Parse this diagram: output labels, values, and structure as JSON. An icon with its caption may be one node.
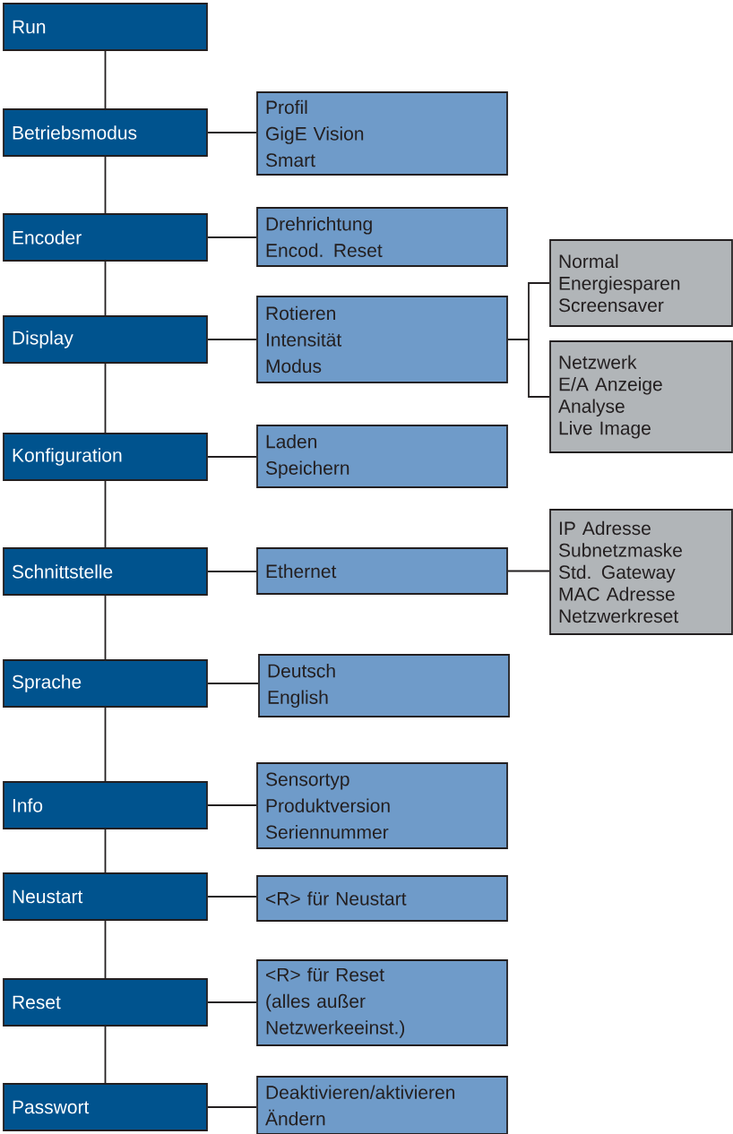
{
  "diagram": {
    "nodes": [
      {
        "text": [
          "Run"
        ]
      },
      {
        "text": [
          "Betriebsmodus"
        ]
      },
      {
        "text": [
          "Profil",
          "GigE Vision",
          "Smart"
        ]
      },
      {
        "text": [
          "Encoder"
        ]
      },
      {
        "text": [
          "Drehrichtung",
          "Encod. Reset"
        ]
      },
      {
        "text": [
          "Display"
        ]
      },
      {
        "text": [
          "Rotieren",
          "Intensität",
          "Modus"
        ]
      },
      {
        "text": [
          "Normal",
          "Energiesparen",
          "Screensaver"
        ]
      },
      {
        "text": [
          "Netzwerk",
          "E/A Anzeige",
          "Analyse",
          "Live Image"
        ]
      },
      {
        "text": [
          "Konfiguration"
        ]
      },
      {
        "text": [
          "Laden",
          "Speichern"
        ]
      },
      {
        "text": [
          "Schnittstelle"
        ]
      },
      {
        "text": [
          "Ethernet"
        ]
      },
      {
        "text": [
          "IP Adresse",
          "Subnetzmaske",
          "Std. Gateway",
          "MAC Adresse",
          "Netzwerkreset"
        ]
      },
      {
        "text": [
          "Sprache"
        ]
      },
      {
        "text": [
          "Deutsch",
          "English"
        ]
      },
      {
        "text": [
          "Info"
        ]
      },
      {
        "text": [
          "Sensortyp",
          "Produktversion",
          "Seriennummer"
        ]
      },
      {
        "text": [
          "Neustart"
        ]
      },
      {
        "text": [
          "<R> für Neustart"
        ]
      },
      {
        "text": [
          "Reset"
        ]
      },
      {
        "text": [
          "<R> für Reset",
          "(alles außer Netzwerkeeinst.)"
        ]
      },
      {
        "text": [
          "Passwort"
        ]
      },
      {
        "text": [
          "Deaktivieren/aktivieren",
          "Ändern"
        ]
      }
    ],
    "edges": [
      {
        "from": 0,
        "to": 1,
        "arrow": "none"
      },
      {
        "from": 1,
        "to": 3,
        "arrow": "none"
      },
      {
        "from": 3,
        "to": 5,
        "arrow": "none"
      },
      {
        "from": 5,
        "to": 9,
        "arrow": "none"
      },
      {
        "from": 9,
        "to": 11,
        "arrow": "none"
      },
      {
        "from": 11,
        "to": 14,
        "arrow": "none"
      },
      {
        "from": 14,
        "to": 16,
        "arrow": "none"
      },
      {
        "from": 16,
        "to": 18,
        "arrow": "none"
      },
      {
        "from": 18,
        "to": 20,
        "arrow": "none"
      },
      {
        "from": 20,
        "to": 22,
        "arrow": "none"
      },
      {
        "from": 1,
        "to": 2,
        "arrow": "none"
      },
      {
        "from": 3,
        "to": 4,
        "arrow": "none"
      },
      {
        "from": 5,
        "to": 6,
        "arrow": "none"
      },
      {
        "from": 6,
        "to": 7,
        "arrow": "none"
      },
      {
        "from": 6,
        "to": 8,
        "arrow": "none"
      },
      {
        "from": 9,
        "to": 10,
        "arrow": "none"
      },
      {
        "from": 11,
        "to": 12,
        "arrow": "none"
      },
      {
        "from": 12,
        "to": 13,
        "arrow": "none"
      },
      {
        "from": 14,
        "to": 15,
        "arrow": "none"
      },
      {
        "from": 16,
        "to": 17,
        "arrow": "none"
      },
      {
        "from": 18,
        "to": 19,
        "arrow": "none"
      },
      {
        "from": 20,
        "to": 21,
        "arrow": "none"
      },
      {
        "from": 22,
        "to": 23,
        "arrow": "none"
      }
    ]
  }
}
